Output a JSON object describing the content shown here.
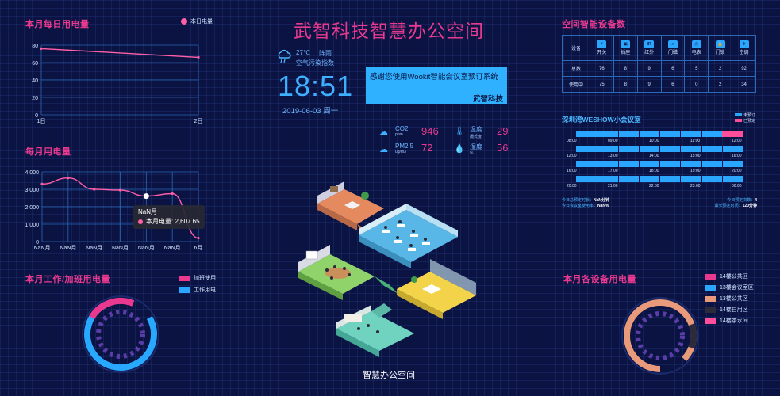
{
  "title": "武智科技智慧办公空间",
  "bottom_link": "智慧办公空间",
  "colors": {
    "accent": "#e8398f",
    "blue": "#2aa6ff",
    "bg": "#0b1343"
  },
  "panels": {
    "daily_power": {
      "title": "本月每日用电量",
      "legend": "本日电量",
      "chart_data": {
        "type": "line",
        "x": [
          "1日",
          "2日"
        ],
        "values": [
          76,
          66
        ],
        "yticks": [
          "0",
          "20",
          "40",
          "60",
          "80"
        ],
        "ylim": [
          0,
          80
        ]
      }
    },
    "monthly_power": {
      "title": "每月用电量",
      "tooltip_title": "NaN月",
      "tooltip_line": "本月电量: 2,607.65",
      "chart_data": {
        "type": "line",
        "x": [
          "NaN月",
          "NaN月",
          "NaN月",
          "NaN月",
          "NaN月",
          "NaN月",
          "6月"
        ],
        "values": [
          3300,
          3650,
          3000,
          2950,
          2607.65,
          2750,
          200
        ],
        "yticks": [
          "0",
          "1,000",
          "2,000",
          "3,000",
          "4,000"
        ],
        "ylim": [
          0,
          4000
        ]
      }
    },
    "work_overtime": {
      "title": "本月工作/加班用电量",
      "legend": [
        {
          "label": "加班使用",
          "color": "#e8398f"
        },
        {
          "label": "工作用电",
          "color": "#2aa6ff"
        }
      ]
    },
    "device_count": {
      "title": "空间智能设备数",
      "row_header": "设备",
      "icons": [
        "开关",
        "插座",
        "红外",
        "门磁",
        "电表",
        "门锁",
        "空调"
      ],
      "icon_glyphs": [
        "⚡",
        "▣",
        "IR",
        "⌂",
        "◷",
        "🔒",
        "❄"
      ],
      "rows": [
        {
          "label": "总数",
          "values": [
            "76",
            "8",
            "9",
            "6",
            "5",
            "2",
            "92"
          ]
        },
        {
          "label": "使用中",
          "values": [
            "75",
            "8",
            "9",
            "6",
            "0",
            "2",
            "34"
          ]
        }
      ]
    },
    "meeting_room": {
      "title": "深圳湾WESHOW小会议室",
      "legend": [
        "未预订",
        "已预定"
      ],
      "rows": [
        [
          "08:00",
          "09:00",
          "10:00",
          "11:00",
          "12:00"
        ],
        [
          "12:00",
          "13:00",
          "14:00",
          "15:00",
          "16:00"
        ],
        [
          "16:00",
          "17:00",
          "18:00",
          "19:00",
          "20:00"
        ],
        [
          "20:00",
          "21:00",
          "22:00",
          "23:00",
          "00:00"
        ]
      ],
      "stats_left": [
        {
          "k": "今日总预定时长：",
          "v": "NaN分钟"
        },
        {
          "k": "今日会议室使用率：",
          "v": "NaN%"
        }
      ],
      "stats_right": [
        {
          "k": "今日预定次数：",
          "v": "4"
        },
        {
          "k": "最长预定时间：",
          "v": "120分钟"
        }
      ]
    },
    "device_power": {
      "title": "本月各设备用电量",
      "legend": [
        {
          "label": "14楼公共区",
          "color": "#e8398f"
        },
        {
          "label": "13楼会议室区",
          "color": "#2aa6ff"
        },
        {
          "label": "13楼公共区",
          "color": "#e89a7a"
        },
        {
          "label": "14楼自用区",
          "color": "#2b2b3a"
        },
        {
          "label": "14楼茶水间",
          "color": "#ff4f9a"
        }
      ]
    }
  },
  "weather": {
    "temp": "27℃",
    "condition": "阵雨",
    "air": "空气污染指数",
    "time": "18:51",
    "date": "2019-06-03 周一"
  },
  "notice": {
    "text": "感谢您使用Wookit智能会议室预订系统",
    "company": "武智科技"
  },
  "env": [
    {
      "label": "CO2",
      "unit": "ppm",
      "value": "946"
    },
    {
      "label": "温度",
      "unit": "摄氏度",
      "value": "29"
    },
    {
      "label": "PM2.5",
      "unit": "ug/m3",
      "value": "72"
    },
    {
      "label": "湿度",
      "unit": "%",
      "value": "56"
    }
  ]
}
